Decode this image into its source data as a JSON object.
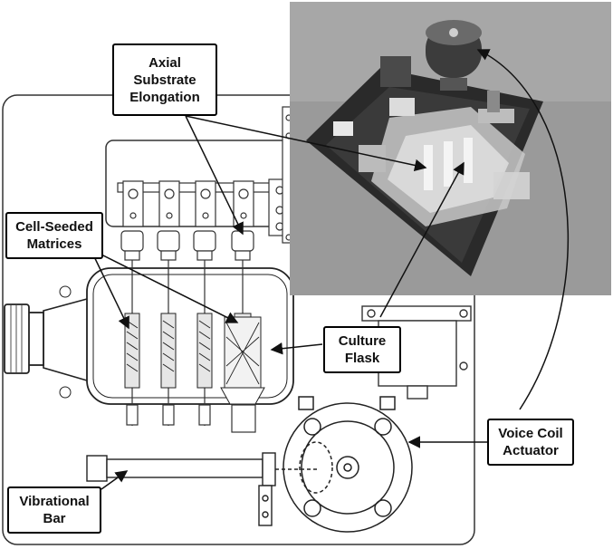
{
  "callouts": {
    "axial": {
      "lines": [
        "Axial",
        "Substrate",
        "Elongation"
      ]
    },
    "matrices": {
      "lines": [
        "Cell-Seeded",
        "Matrices"
      ]
    },
    "flask": {
      "lines": [
        "Culture",
        "Flask"
      ]
    },
    "voice_coil": {
      "lines": [
        "Voice Coil",
        "Actuator"
      ]
    },
    "vibrational": {
      "lines": [
        "Vibrational",
        "Bar"
      ]
    }
  },
  "colors": {
    "line": "#1a1a1a",
    "photo_bg": "#8c8c8c",
    "board": "#2a2a2a",
    "bg": "#ffffff"
  }
}
